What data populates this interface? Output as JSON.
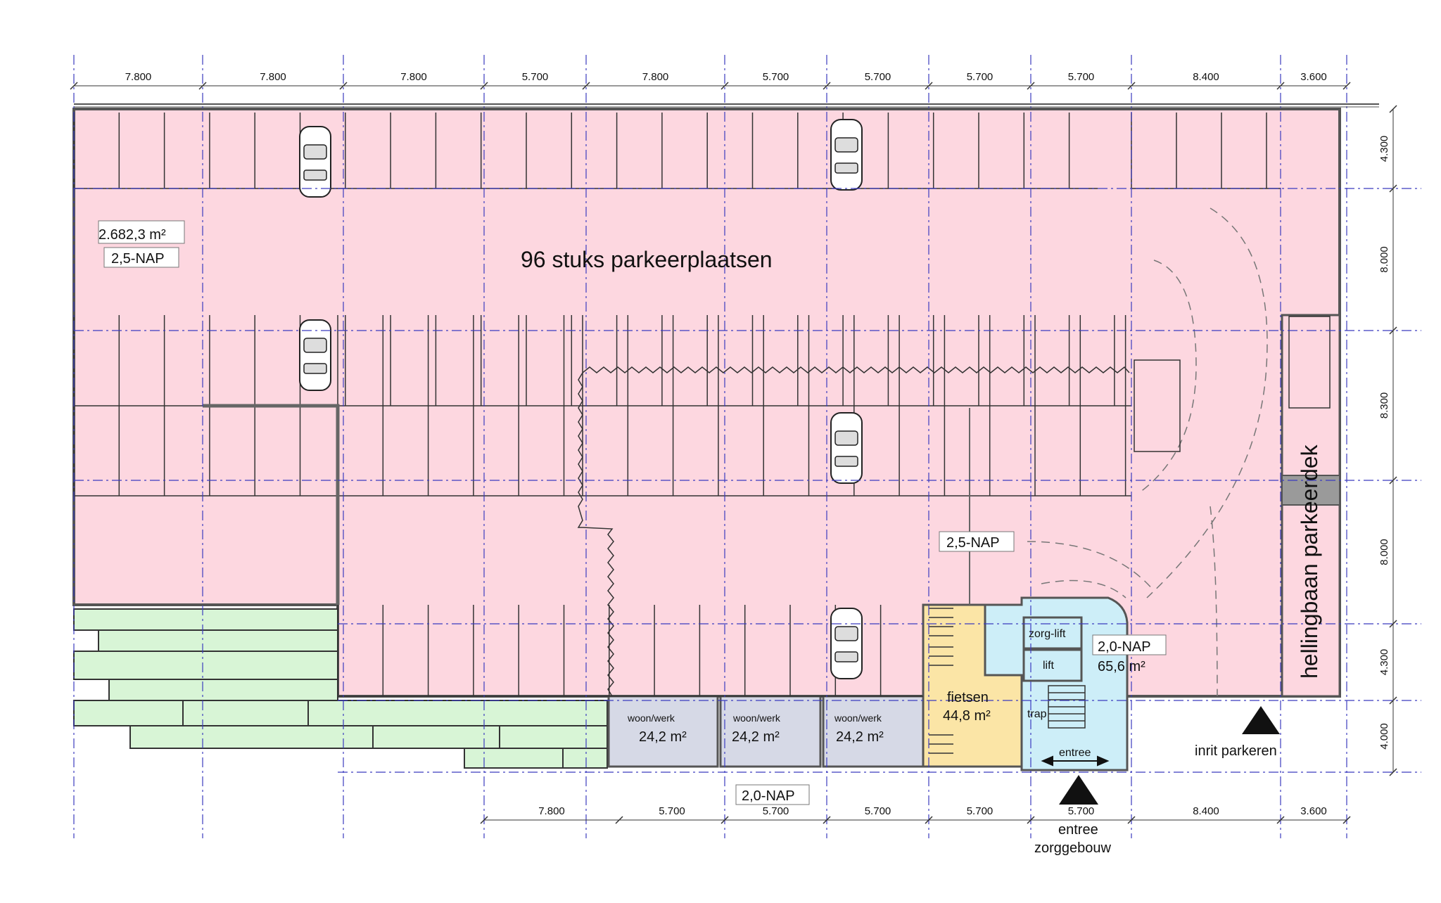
{
  "top_dimensions": [
    "7.800",
    "7.800",
    "7.800",
    "5.700",
    "7.800",
    "5.700",
    "5.700",
    "5.700",
    "5.700",
    "8.400",
    "3.600"
  ],
  "bottom_dimensions": [
    "7.800",
    "5.700",
    "5.700",
    "5.700",
    "5.700",
    "5.700",
    "8.400",
    "3.600"
  ],
  "right_dimensions": [
    "4.300",
    "8.000",
    "8.300",
    "8.000",
    "4.300",
    "4.000"
  ],
  "labels": {
    "parking_title": "96 stuks parkeerplaatsen",
    "area_main": "2.682,3 m²",
    "level_main": "2,5-NAP",
    "level_center": "2,5-NAP",
    "ramp": "hellingbaan parkeerdek",
    "zorglift": "zorg-lift",
    "lift": "lift",
    "level_core": "2,0-NAP",
    "area_core": "65,6 m²",
    "trap": "trap",
    "entree": "entree",
    "fietsen": "fietsen",
    "area_fietsen": "44,8 m²",
    "unit_label": "woon/werk",
    "unit_area": "24,2 m²",
    "level_bottom": "2,0-NAP",
    "inrit": "inrit parkeren",
    "entree_zorg_1": "entree",
    "entree_zorg_2": "zorggebouw"
  },
  "colors": {
    "parking": "#fdd7e0",
    "fietsen": "#fbe5a6",
    "core": "#cdeef8",
    "units": "#d6d9e6",
    "green": "#d8f5d6",
    "grid": "#3b3bbf",
    "wall": "#555555"
  }
}
